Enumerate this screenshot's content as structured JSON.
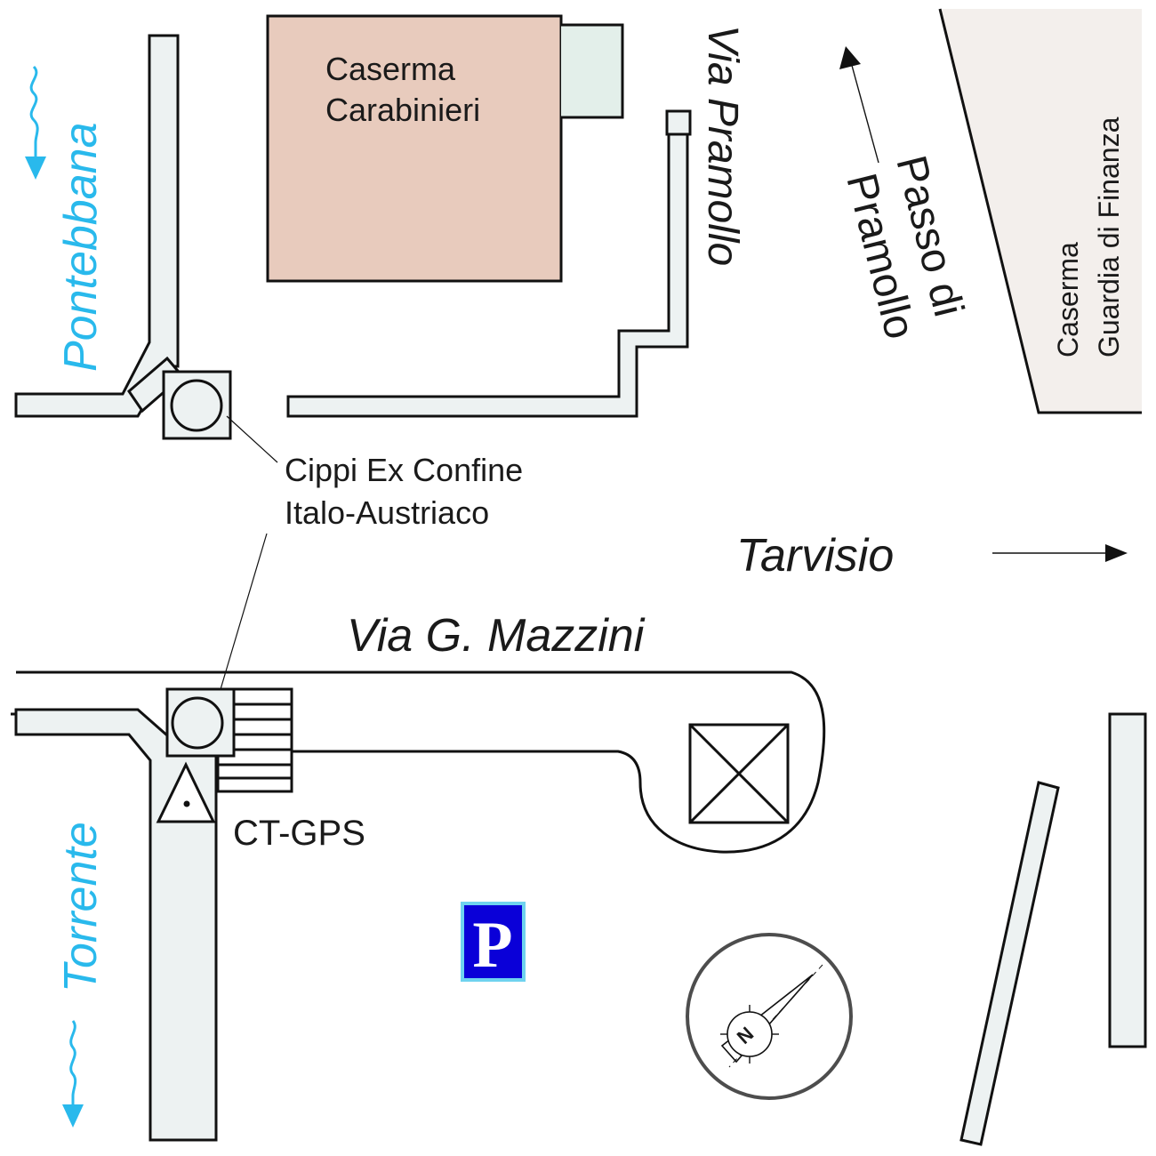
{
  "buildings": {
    "carabinieri": [
      "Caserma",
      "Carabinieri"
    ],
    "finanza": [
      "Caserma",
      "Guardia di Finanza"
    ]
  },
  "streets": {
    "via_pramollo": "Via Pramollo",
    "via_mazzini": "Via G. Mazzini"
  },
  "directions": {
    "passo": [
      "Passo di",
      "Pramollo"
    ],
    "tarvisio": "Tarvisio"
  },
  "rivers": {
    "upper": "Pontebbana",
    "lower": "Torrente"
  },
  "landmarks": {
    "cippi": [
      "Cippi Ex Confine",
      "Italo-Austriaco"
    ],
    "ct_gps": "CT-GPS"
  },
  "icons": {
    "parking": "P",
    "compass_letter": "N"
  },
  "colors": {
    "carabinieri_fill": "#e8cbbd",
    "finanza_fill": "#f3efec",
    "road_fill": "#edf2f2",
    "river_blue": "#29b9ec",
    "parking_blue": "#0a00d8",
    "water_green": "#e3efea"
  }
}
